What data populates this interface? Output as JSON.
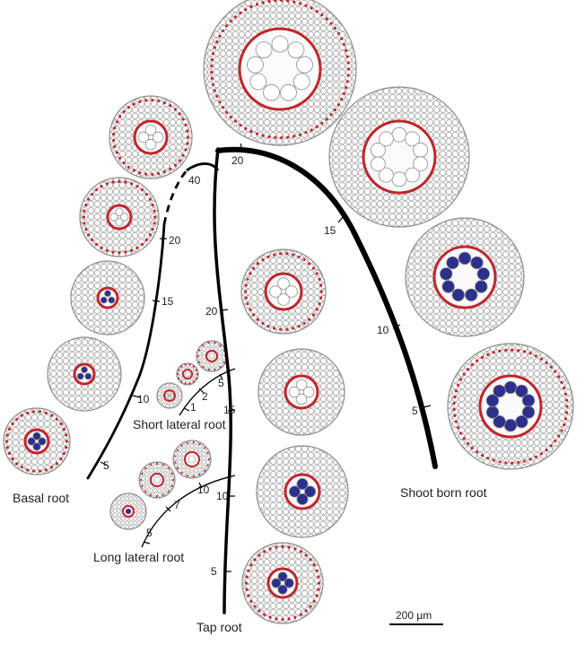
{
  "roots": {
    "basal": {
      "label": "Basal root",
      "ticks": [
        "5",
        "10",
        "15",
        "20",
        "40"
      ]
    },
    "short_lateral": {
      "label": "Short lateral root",
      "ticks": [
        "1",
        "2",
        "5"
      ]
    },
    "long_lateral": {
      "label": "Long lateral root",
      "ticks": [
        "5",
        "7",
        "10"
      ]
    },
    "tap": {
      "label": "Tap root",
      "ticks": [
        "5",
        "10",
        "15",
        "20"
      ]
    },
    "shoot_born": {
      "label": "Shoot born root",
      "ticks": [
        "5",
        "10",
        "15",
        "20"
      ]
    }
  },
  "scale_bar": {
    "label": "200 µm"
  },
  "colors": {
    "cell_outline": "#8c8c8c",
    "endodermis": "#c0262d",
    "xylem_blue": "#2c2f8c",
    "root_line": "#000000"
  }
}
